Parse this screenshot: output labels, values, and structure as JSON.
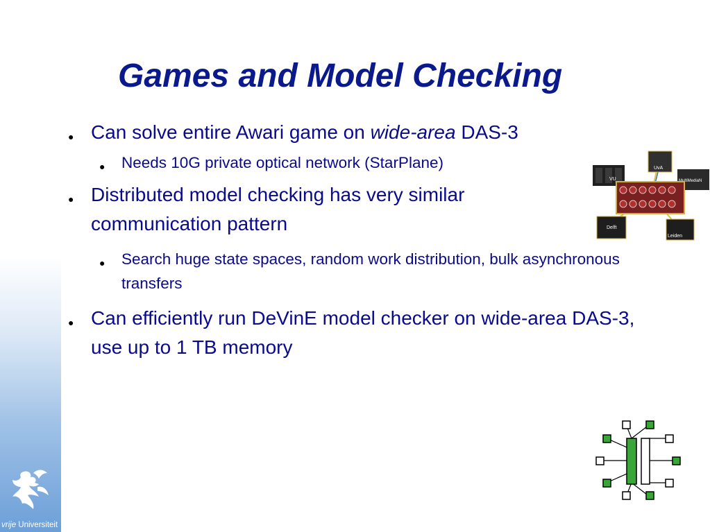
{
  "slide": {
    "title": "Games and Model Checking",
    "bullets": [
      {
        "level": 1,
        "text_before": "Can solve entire Awari game on ",
        "text_italic": "wide-area",
        "text_after": " DAS-3"
      },
      {
        "level": 2,
        "text": "Needs 10G private optical network (StarPlane)"
      },
      {
        "level": 1,
        "text": "Distributed model checking has very similar communication pattern"
      },
      {
        "level": 2,
        "text": "Search huge state spaces, random work distribution, bulk asynchronous transfers"
      },
      {
        "level": 1,
        "text": "Can efficiently run DeVinE model checker on wide-area DAS-3, use up to 1 TB memory"
      }
    ]
  },
  "das_image": {
    "sites": [
      "UvA",
      "VU",
      "MultiMediaN",
      "Delft",
      "Leiden"
    ]
  },
  "logo": {
    "italic_part": "vrije",
    "rest": " Universiteit"
  },
  "colors": {
    "title": "#0a1a8c",
    "text": "#0a0a8c",
    "accent_green": "#3aa63a",
    "band_blue": "#6c9fd8"
  }
}
